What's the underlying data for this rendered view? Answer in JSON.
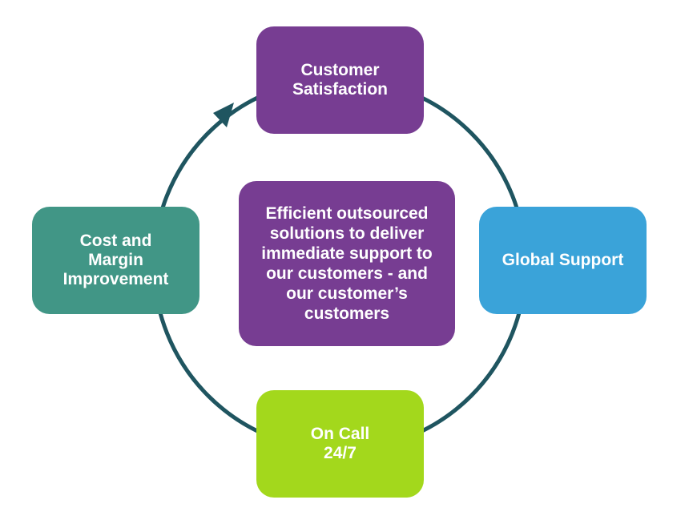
{
  "diagram": {
    "center": {
      "text": "Efficient outsourced\nsolutions to deliver\nimmediate support to\nour customers - and\nour customer’s\ncustomers"
    },
    "top": {
      "text": "Customer\nSatisfaction"
    },
    "right": {
      "text": "Global Support"
    },
    "bottom": {
      "text": "On Call\n24/7"
    },
    "left": {
      "text": "Cost and\nMargin\nImprovement"
    }
  },
  "colors": {
    "purple": "#773d92",
    "blue": "#3aa3d9",
    "lime": "#a3d81c",
    "teal": "#419686",
    "ring": "#1f5560"
  }
}
